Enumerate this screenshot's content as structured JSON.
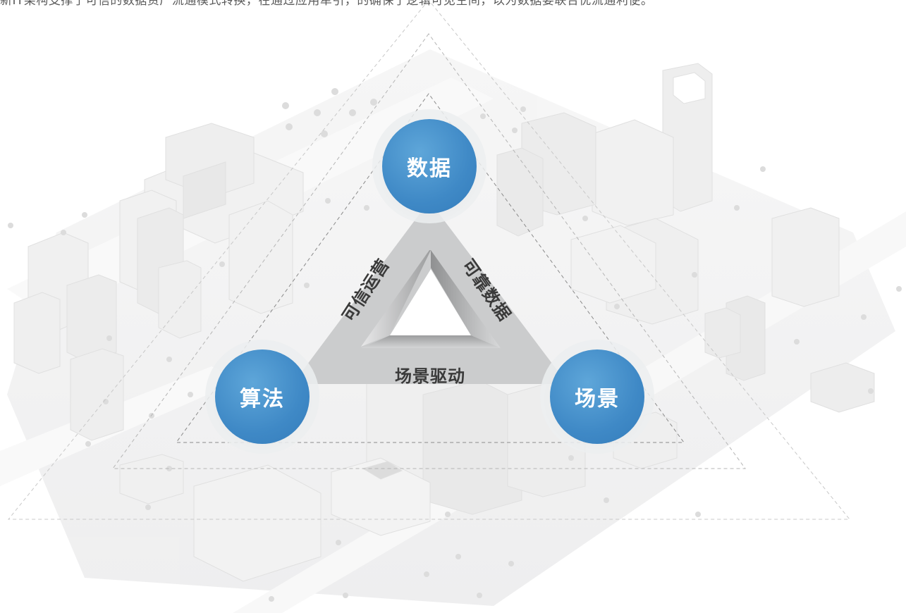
{
  "top_text": "新IT架构支撑了可信的数据资产流通模式转换，在通过应用牵引，的确保了逻辑可见空间，以为数据要联合优流通利便。",
  "nodes": {
    "top": "数据",
    "left": "算法",
    "right": "场景"
  },
  "edges": {
    "left": "可信运营",
    "right": "可靠数据",
    "bottom": "场景驱动"
  },
  "colors": {
    "node_blue": "#4a90c8",
    "triangle_gray": "#c9cacb",
    "inner_gray": "#a8a9aa",
    "dashed_line": "#9a9a9a",
    "label_text": "#3a3a3a"
  }
}
